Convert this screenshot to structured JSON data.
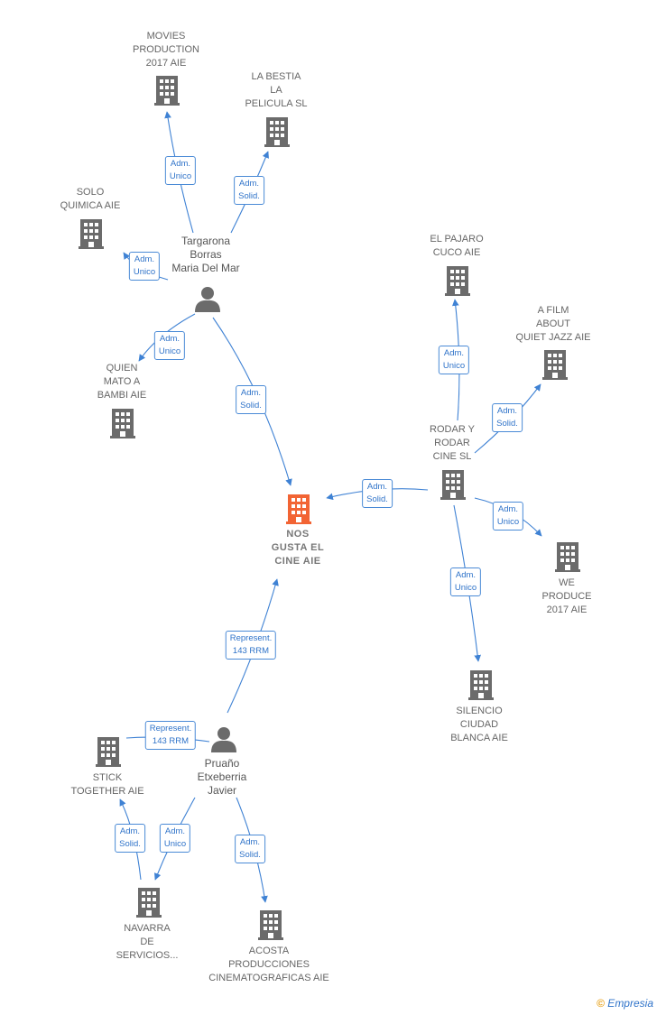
{
  "colors": {
    "edge": "#3f82d4",
    "building": "#6b6b6b",
    "center": "#f26434",
    "person": "#6b6b6b"
  },
  "nodes": {
    "center": "NOS\nGUSTA EL\nCINE  AIE",
    "movies": "MOVIES\nPRODUCTION\n2017 AIE",
    "bestia": "LA BESTIA\nLA\nPELICULA  SL",
    "solo": "SOLO\nQUIMICA AIE",
    "targarona": "Targarona\nBorras\nMaria Del Mar",
    "quien": "QUIEN\nMATO A\nBAMBI AIE",
    "pajaro": "EL PAJARO\nCUCO  AIE",
    "afilm": "A FILM\nABOUT\nQUIET JAZZ AIE",
    "rodar": "RODAR Y\nRODAR\nCINE  SL",
    "we": "WE\nPRODUCE\n2017 AIE",
    "silencio": "SILENCIO\nCIUDAD\nBLANCA AIE",
    "pruano": "Pruaño\nEtxeberria\nJavier",
    "stick": "STICK\nTOGETHER  AIE",
    "navarra": "NAVARRA\nDE\nSERVICIOS...",
    "acosta": "ACOSTA\nPRODUCCIONES\nCINEMATOGRAFICAS AIE"
  },
  "edges": {
    "t_movies": "Adm.\nUnico",
    "t_bestia": "Adm.\nSolid.",
    "t_solo": "Adm.\nUnico",
    "t_quien": "Adm.\nUnico",
    "t_center": "Adm.\nSolid.",
    "r_pajaro": "Adm.\nUnico",
    "r_afilm": "Adm.\nSolid.",
    "r_center": "Adm.\nSolid.",
    "r_we": "Adm.\nUnico",
    "r_silencio": "Adm.\nUnico",
    "p_center": "Represent.\n143 RRM",
    "p_stick": "Represent.\n143 RRM",
    "n_stick": "Adm.\nSolid.",
    "p_navarra": "Adm.\nUnico",
    "p_acosta": "Adm.\nSolid."
  },
  "footer": {
    "copyright": "©",
    "brand_initial": "E",
    "brand_rest": "mpresia"
  }
}
